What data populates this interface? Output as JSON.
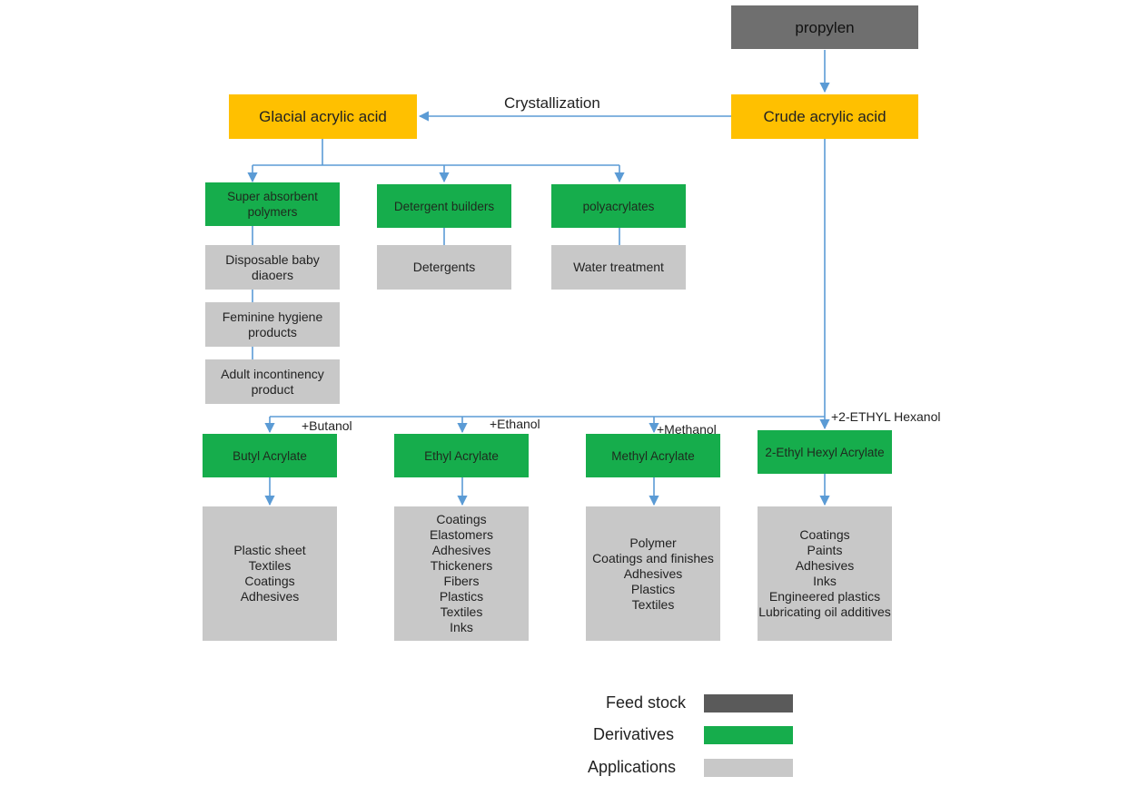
{
  "feedstock": {
    "label": "propylen"
  },
  "acids": {
    "glacial": "Glacial acrylic acid",
    "crude": "Crude acrylic acid",
    "process_label": "Crystallization"
  },
  "glacial_derivatives": [
    {
      "name": "Super absorbent polymers",
      "applications": [
        "Disposable baby diaoers",
        "Feminine hygiene products",
        "Adult incontinency product"
      ]
    },
    {
      "name": "Detergent builders",
      "applications": [
        "Detergents"
      ]
    },
    {
      "name": "polyacrylates",
      "applications": [
        "Water treatment"
      ]
    }
  ],
  "esters": [
    {
      "reagent": "+Butanol",
      "name": "Butyl Acrylate",
      "applications": [
        "Plastic sheet",
        "Textiles",
        "Coatings",
        "Adhesives"
      ]
    },
    {
      "reagent": "+Ethanol",
      "name": "Ethyl Acrylate",
      "applications": [
        "Coatings",
        "Elastomers",
        "Adhesives",
        "Thickeners",
        "Fibers",
        "Plastics",
        "Textiles",
        "Inks"
      ]
    },
    {
      "reagent": "+Methanol",
      "name": "Methyl Acrylate",
      "applications": [
        "Polymer",
        "Coatings and finishes",
        "Adhesives",
        "Plastics",
        "Textiles"
      ]
    },
    {
      "reagent": "+2-ETHYL Hexanol",
      "name": "2-Ethyl Hexyl Acrylate",
      "applications": [
        "Coatings",
        "Paints",
        "Adhesives",
        "Inks",
        "Engineered plastics",
        "Lubricating oil additives"
      ]
    }
  ],
  "legend": [
    {
      "label": "Feed stock",
      "color": "#5a5a5a"
    },
    {
      "label": "Derivatives",
      "color": "#16ad4c"
    },
    {
      "label": "Applications",
      "color": "#c8c8c8"
    }
  ],
  "colors": {
    "arrow": "#5b9bd5"
  }
}
